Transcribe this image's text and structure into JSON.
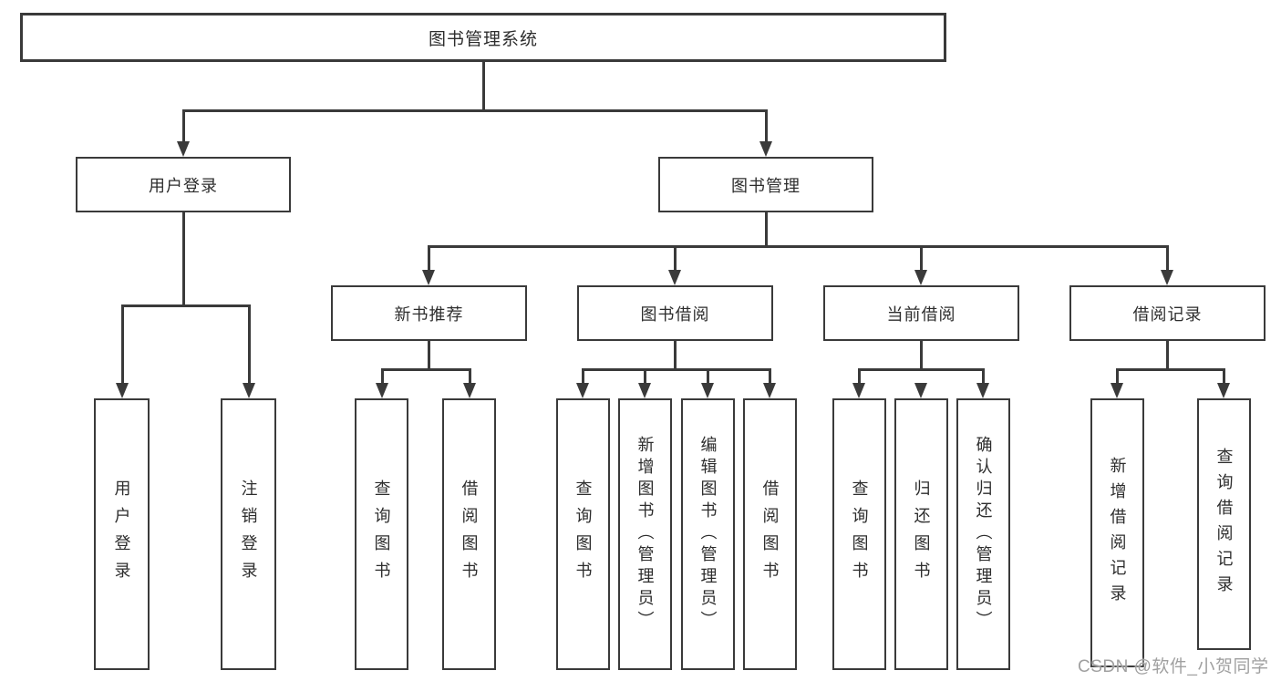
{
  "nodes": {
    "root": "图书管理系统",
    "user_login": "用户登录",
    "book_mgmt": "图书管理",
    "new_books": "新书推荐",
    "borrow": "图书借阅",
    "current": "当前借阅",
    "records": "借阅记录",
    "leaves": {
      "user_login": [
        "用户登录",
        "注销登录"
      ],
      "new_books": [
        "查询图书",
        "借阅图书"
      ],
      "borrow": [
        "查询图书",
        "新增图书（管理员）",
        "编辑图书（管理员）",
        "借阅图书"
      ],
      "current": [
        "查询图书",
        "归还图书",
        "确认归还（管理员）"
      ],
      "records": [
        "新增借阅记录",
        "查询借阅记录"
      ]
    }
  },
  "watermark": "CSDN @软件_小贺同学",
  "colors": {
    "line": "#3a3a3a",
    "text": "#2d2d2d",
    "background": "#ffffff",
    "watermark": "#a0a0a0"
  }
}
